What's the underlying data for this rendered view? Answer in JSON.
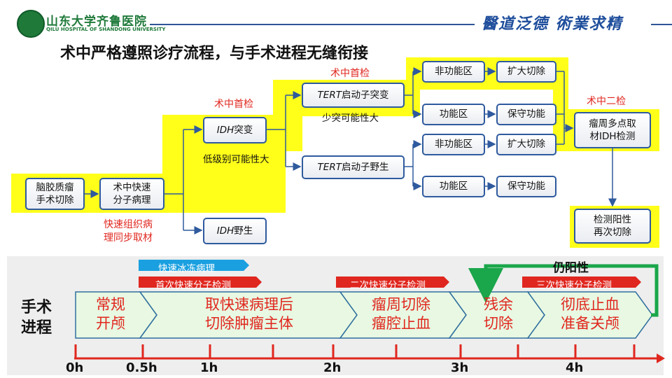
{
  "header": {
    "hospital_cn": "山东大学齐鲁医院",
    "hospital_en": "QILU HOSPITAL OF SHANDONG UNIVERSITY",
    "motto": "醫道泛德 術業求精"
  },
  "title": "术中严格遵照诊疗流程，与手术进程无缝衔接",
  "flow": {
    "resection": "脑胶质瘤\n手术切除",
    "fast_path": "术中快速\n分子病理",
    "idh_mut_prefix": "IDH",
    "idh_mut_suffix": "突变",
    "idh_wt_prefix": "IDH",
    "idh_wt_suffix": "野生",
    "tert_mut_prefix": "TERT",
    "tert_mut_suffix": "启动子突变",
    "tert_wt_prefix": "TERT",
    "tert_wt_suffix": "启动子野生",
    "nonfunc_1": "非功能区",
    "enlarge_1": "扩大切除",
    "func_1": "功能区",
    "conserve_1": "保守功能",
    "nonfunc_2": "非功能区",
    "enlarge_2": "扩大切除",
    "func_2": "功能区",
    "conserve_2": "保守功能",
    "peri_sampling": "瘤周多点取\n材IDH检测",
    "positive_reresect": "检测阳性\n再次切除",
    "first_check_1": "术中首检",
    "first_check_2": "术中首检",
    "second_check": "术中二检",
    "low_grade_note": "低级别可能性大",
    "oligo_note": "少突可能性大",
    "sync_sampling": "快速组织病\n理同步取材"
  },
  "process": {
    "label": "手术\n进程",
    "stages": [
      "常规\n开颅",
      "取快速病理后\n切除肿瘤主体",
      "瘤周切除\n瘤腔止血",
      "残余\n切除",
      "彻底止血\n准备关颅"
    ],
    "frozen_banner": "快速冰冻病理",
    "banner_first": "首次快速分子检测",
    "banner_second": "二次快速分子检测",
    "banner_third": "三次快速分子检测",
    "false_positive": "仍阳性",
    "ticks": [
      "0h",
      "0.5h",
      "1h",
      "2h",
      "3h",
      "4h"
    ]
  },
  "colors": {
    "highlight": "#ffff1a",
    "node_border": "#2f5a9e",
    "red": "#e0271f",
    "stage_fill": "#e8f8e2",
    "stage_border": "#2f6f9e",
    "green_arrow": "#1aa64a",
    "blue_banner": "#1aa0e0",
    "red_banner": "#e0271f"
  }
}
